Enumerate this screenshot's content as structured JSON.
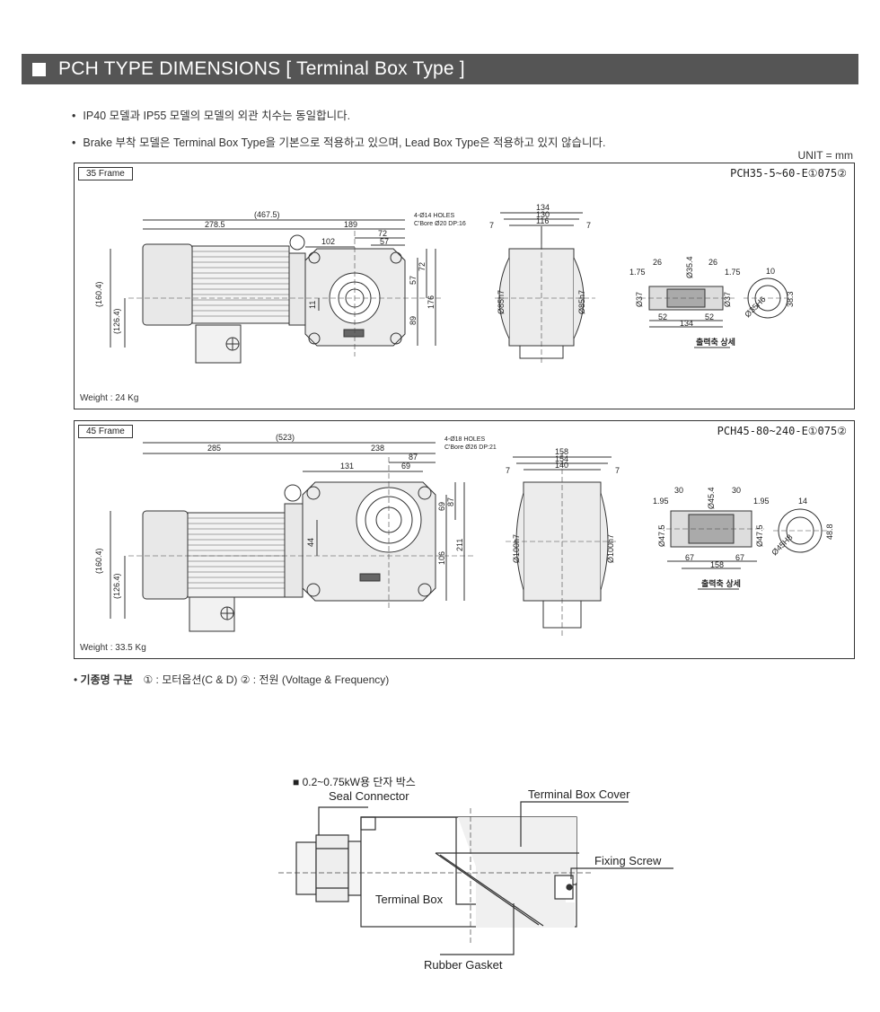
{
  "header": {
    "title": "PCH TYPE DIMENSIONS [ Terminal Box Type ]"
  },
  "notes": [
    "IP40 모델과 IP55 모델의 모델의 외관 치수는 동일합니다.",
    "Brake 부착 모델은 Terminal Box Type을 기본으로 적용하고 있으며, Lead Box Type은 적용하고 있지 않습니다."
  ],
  "unit": "UNIT = mm",
  "frames": [
    {
      "tag": "35 Frame",
      "model": "PCH35-5~60-E①075②",
      "weight": "Weight : 24 Kg",
      "dims": {
        "total": "(467.5)",
        "motor_len": "278.5",
        "gear_len": "189",
        "d72": "72",
        "d102": "102",
        "d57": "57",
        "holes": "4-Ø14 HOLES",
        "cbore": "C'Bore Ø20 DP:16",
        "h160": "(160.4)",
        "h126": "(126.4)",
        "d11": "11",
        "v57": "57",
        "v72": "72",
        "v89": "89",
        "v176": "176",
        "w134": "134",
        "w130": "130",
        "w116": "116",
        "s7a": "7",
        "s7b": "7",
        "shaft_l": "Ø85h7",
        "shaft_r": "Ø85h7",
        "k26a": "26",
        "k35": "Ø35.4",
        "k26b": "26",
        "k175a": "1.75",
        "k175b": "1.75",
        "k10": "10",
        "k37a": "Ø37",
        "k37b": "Ø37",
        "k52a": "52",
        "k52b": "52",
        "k134": "134",
        "k38": "38.3",
        "k35h": "Ø35H6",
        "shaft_label": "출력축 상세"
      }
    },
    {
      "tag": "45 Frame",
      "model": "PCH45-80~240-E①075②",
      "weight": "Weight : 33.5 Kg",
      "dims": {
        "total": "(523)",
        "motor_len": "285",
        "gear_len": "238",
        "d87": "87",
        "d131": "131",
        "d69": "69",
        "holes": "4-Ø18 HOLES",
        "cbore": "C'Bore Ø26 DP:21",
        "h160": "(160.4)",
        "h126": "(126.4)",
        "d44": "44",
        "v69": "69",
        "v87": "87",
        "v106": "106",
        "v211": "211",
        "w158": "158",
        "w154": "154",
        "w140": "140",
        "s7a": "7",
        "s7b": "7",
        "shaft_l": "Ø100h7",
        "shaft_r": "Ø100h7",
        "k30a": "30",
        "k45": "Ø45.4",
        "k30b": "30",
        "k195a": "1.95",
        "k195b": "1.95",
        "k14": "14",
        "k47a": "Ø47.5",
        "k47b": "Ø47.5",
        "k67a": "67",
        "k67b": "67",
        "k158": "158",
        "k48": "48.8",
        "k45h": "Ø45H8",
        "shaft_label": "출력축 상세"
      }
    }
  ],
  "legend": {
    "bold": "기종명 구분",
    "text": "① : 모터옵션(C & D)  ② : 전원 (Voltage & Frequency)"
  },
  "terminal_box": {
    "title": "■ 0.2~0.75kW용 단자 박스",
    "seal": "Seal Connector",
    "cover": "Terminal Box Cover",
    "fixing": "Fixing Screw",
    "box": "Terminal Box",
    "gasket": "Rubber Gasket"
  },
  "colors": {
    "header_bg": "#555555",
    "motor_fill": "#e8e8e8",
    "line": "#333333"
  }
}
